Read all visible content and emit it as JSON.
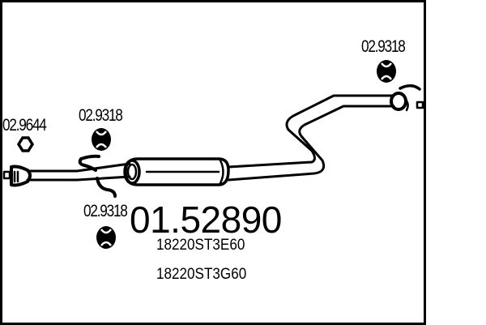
{
  "diagram": {
    "main_part_number": "01.52890",
    "oem_numbers": [
      "18220ST3E60",
      "18220ST3G60"
    ],
    "callouts": [
      {
        "id": "ring-front",
        "part": "02.9644",
        "component": "sealing ring"
      },
      {
        "id": "hanger-front",
        "part": "02.9318",
        "component": "rubber hanger"
      },
      {
        "id": "hanger-mid",
        "part": "02.9318",
        "component": "rubber hanger"
      },
      {
        "id": "hanger-rear",
        "part": "02.9318",
        "component": "rubber hanger"
      }
    ],
    "colors": {
      "line": "#000000",
      "background": "#ffffff"
    }
  }
}
